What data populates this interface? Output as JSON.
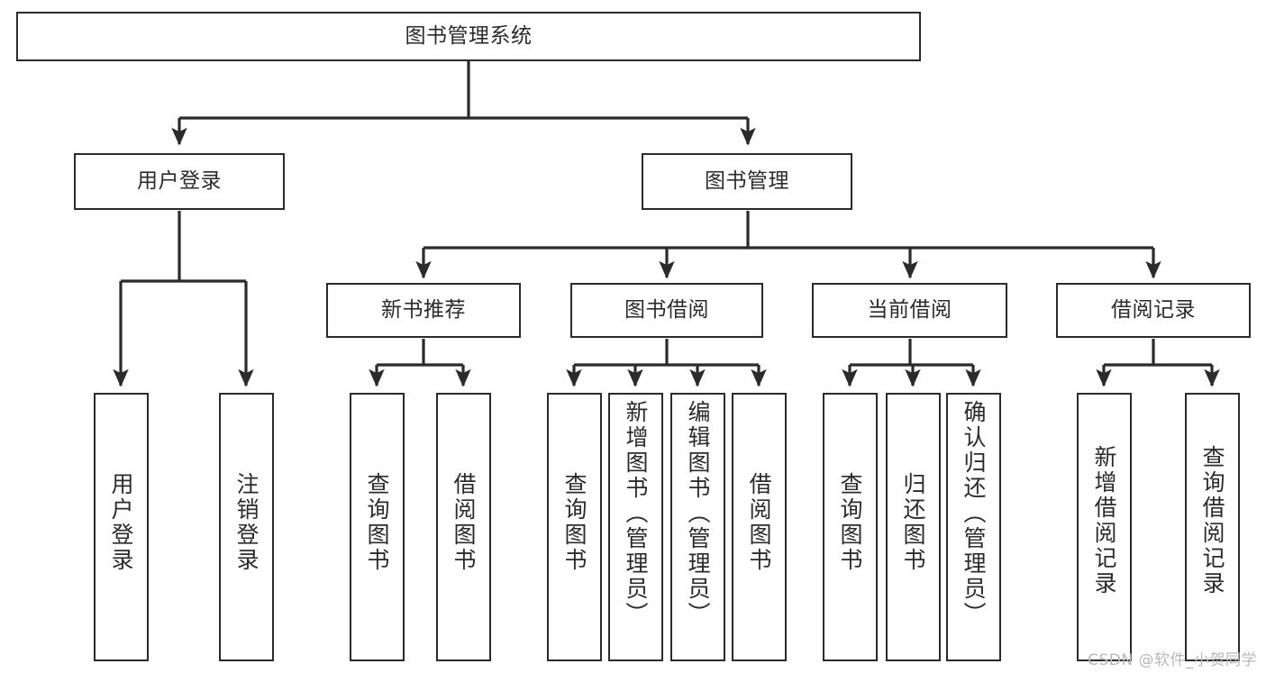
{
  "diagram": {
    "type": "tree-hierarchy-chart",
    "title": "图书管理系统",
    "stroke_color": "#2b2b2b",
    "background_color": "#ffffff",
    "watermark": "CSDN @软件_小贺同学",
    "levels": {
      "level1": [
        {
          "id": "root",
          "label": "图书管理系统"
        }
      ],
      "level2": [
        {
          "id": "user-login",
          "label": "用户登录"
        },
        {
          "id": "book-manage",
          "label": "图书管理"
        }
      ],
      "level3": [
        {
          "id": "new-book-rec",
          "label": "新书推荐"
        },
        {
          "id": "book-borrow",
          "label": "图书借阅"
        },
        {
          "id": "current-borrow",
          "label": "当前借阅"
        },
        {
          "id": "borrow-record",
          "label": "借阅记录"
        }
      ],
      "level4": [
        {
          "id": "leaf-user-login",
          "label": "用户登录",
          "parent": "user-login"
        },
        {
          "id": "leaf-logout-login",
          "label": "注销登录",
          "parent": "user-login"
        },
        {
          "id": "leaf-query-book-1",
          "label": "查询图书",
          "parent": "new-book-rec"
        },
        {
          "id": "leaf-borrow-book-1",
          "label": "借阅图书",
          "parent": "new-book-rec"
        },
        {
          "id": "leaf-query-book-2",
          "label": "查询图书",
          "parent": "book-borrow"
        },
        {
          "id": "leaf-add-book",
          "label": "新增图书（管理员）",
          "parent": "book-borrow"
        },
        {
          "id": "leaf-edit-book",
          "label": "编辑图书（管理员）",
          "parent": "book-borrow"
        },
        {
          "id": "leaf-borrow-book-2",
          "label": "借阅图书",
          "parent": "book-borrow"
        },
        {
          "id": "leaf-query-book-3",
          "label": "查询图书",
          "parent": "current-borrow"
        },
        {
          "id": "leaf-return-book",
          "label": "归还图书",
          "parent": "current-borrow"
        },
        {
          "id": "leaf-confirm-return",
          "label": "确认归还（管理员）",
          "parent": "current-borrow"
        },
        {
          "id": "leaf-add-record",
          "label": "新增借阅记录",
          "parent": "borrow-record"
        },
        {
          "id": "leaf-query-record",
          "label": "查询借阅记录",
          "parent": "borrow-record"
        }
      ]
    }
  }
}
